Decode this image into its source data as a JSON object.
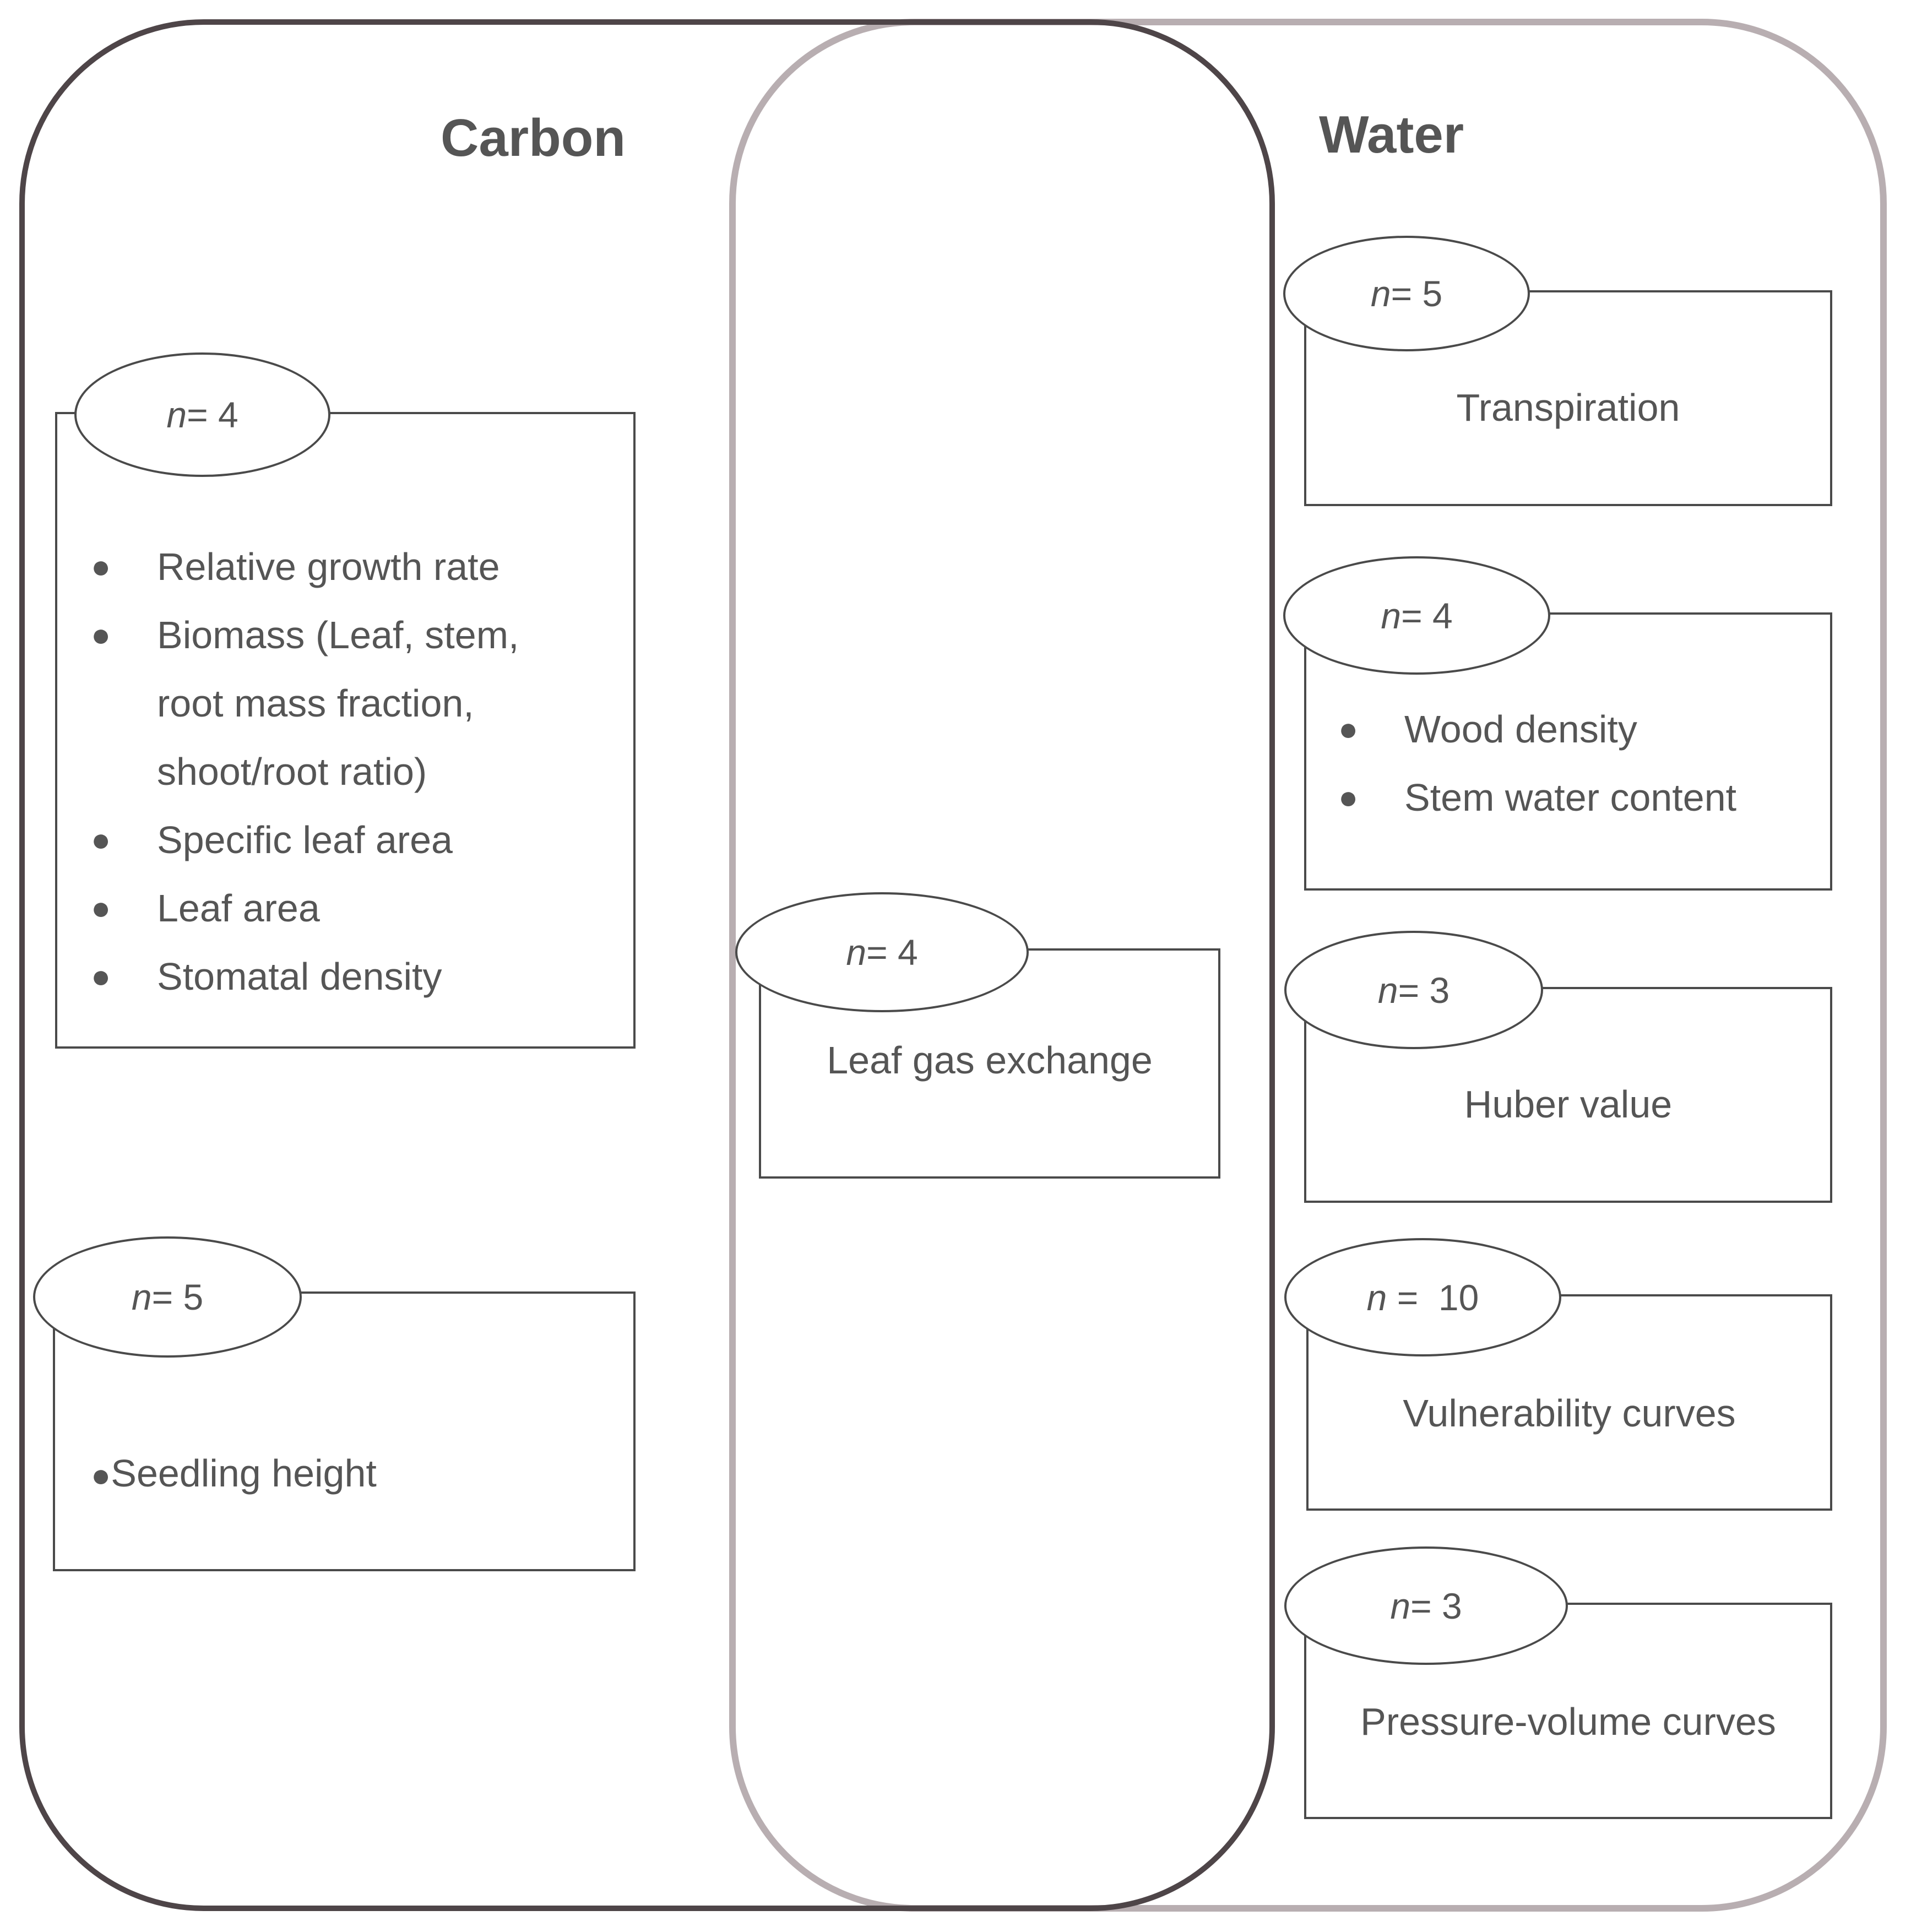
{
  "groups": {
    "carbon": {
      "title": "Carbon",
      "color": "#4e4548"
    },
    "water": {
      "title": "Water",
      "color": "#b8aeb1"
    }
  },
  "carbon_boxes": [
    {
      "n_label": "n",
      "n_value": "= 4",
      "items": [
        "Relative growth rate",
        "Biomass (Leaf, stem, root mass fraction, shoot/root ratio)",
        "Specific leaf area",
        "Leaf area",
        "Stomatal density"
      ],
      "item_lines": [
        [
          "Relative growth rate"
        ],
        [
          "Biomass (Leaf, stem,",
          "root mass fraction,",
          "shoot/root ratio)"
        ],
        [
          "Specific leaf area"
        ],
        [
          "Leaf area"
        ],
        [
          "Stomatal density"
        ]
      ]
    },
    {
      "n_label": "n",
      "n_value": "= 5",
      "items": [
        "Seedling height"
      ]
    }
  ],
  "shared_box": {
    "n_label": "n",
    "n_value": "= 4",
    "label": "Leaf gas exchange"
  },
  "water_boxes": [
    {
      "n_label": "n",
      "n_value": "= 5",
      "label": "Transpiration"
    },
    {
      "n_label": "n",
      "n_value": "= 4",
      "items": [
        "Wood density",
        "Stem water content"
      ]
    },
    {
      "n_label": "n",
      "n_value": "= 3",
      "label": "Huber value"
    },
    {
      "n_label": "n",
      "n_value": " =  10",
      "label": "Vulnerability curves"
    },
    {
      "n_label": "n",
      "n_value": "= 3",
      "label": "Pressure-volume curves"
    }
  ]
}
